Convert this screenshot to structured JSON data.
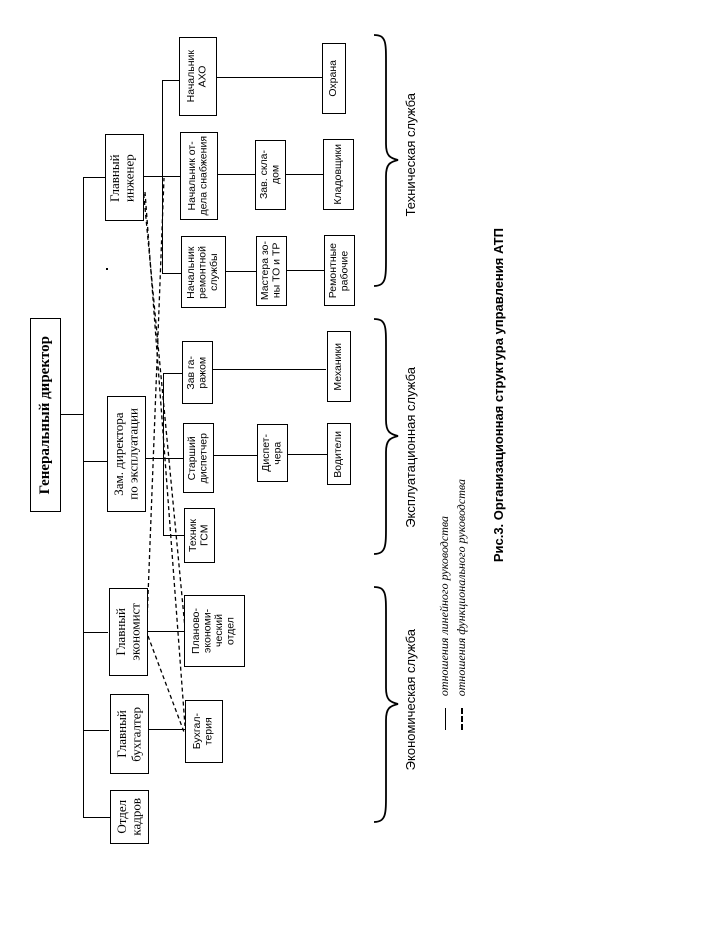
{
  "figure": {
    "caption": "Рис.3. Организационная структура управления АТП"
  },
  "chart_data": {
    "type": "diagram",
    "title": "Рис.3. Организационная структура управления АТП",
    "orientation": "rotated-90",
    "nodes": [
      {
        "id": "gd",
        "label": "Генеральный директор",
        "level": 1
      },
      {
        "id": "gi",
        "label": "Главный инженер",
        "level": 2
      },
      {
        "id": "zde",
        "label": "Зам. директора\nпо эксплуатации",
        "level": 2
      },
      {
        "id": "ge",
        "label": "Главный\nэкономист",
        "level": 2
      },
      {
        "id": "gb",
        "label": "Главный\nбухгалтер",
        "level": 2
      },
      {
        "id": "ok",
        "label": "Отдел\nкадров",
        "level": 2
      },
      {
        "id": "naho",
        "label": "Начальник\nАХО",
        "level": 3
      },
      {
        "id": "nos",
        "label": "Начальник от-\nдела снабжения",
        "level": 3
      },
      {
        "id": "nrs",
        "label": "Начальник\nремонтной\nслужбы",
        "level": 3
      },
      {
        "id": "zg",
        "label": "Зав га-\nражом",
        "level": 3
      },
      {
        "id": "sd",
        "label": "Старший\nдиспетчер",
        "level": 3
      },
      {
        "id": "tgsm",
        "label": "Техник\nГСМ",
        "level": 3
      },
      {
        "id": "peo",
        "label": "Планово-\nэкономи-\nческий\nотдел",
        "level": 3
      },
      {
        "id": "buh",
        "label": "Бухгал-\nтерия",
        "level": 3
      },
      {
        "id": "zs",
        "label": "Зав. скла-\nдом",
        "level": 4
      },
      {
        "id": "mz",
        "label": "Мастера зо-\nны ТО и ТР",
        "level": 4
      },
      {
        "id": "disp",
        "label": "Диспет-\nчера",
        "level": 4
      },
      {
        "id": "ohr",
        "label": "Охрана",
        "level": 5
      },
      {
        "id": "klad",
        "label": "Кладовщики",
        "level": 5
      },
      {
        "id": "rr",
        "label": "Ремонтные\nрабочие",
        "level": 5
      },
      {
        "id": "meh",
        "label": "Механики",
        "level": 5
      },
      {
        "id": "vod",
        "label": "Водители",
        "level": 5
      }
    ],
    "edges_linear": [
      [
        "gd",
        "gi"
      ],
      [
        "gd",
        "zde"
      ],
      [
        "gd",
        "ge"
      ],
      [
        "gd",
        "gb"
      ],
      [
        "gd",
        "ok"
      ],
      [
        "gi",
        "naho"
      ],
      [
        "gi",
        "nos"
      ],
      [
        "gi",
        "nrs"
      ],
      [
        "zde",
        "zg"
      ],
      [
        "zde",
        "sd"
      ],
      [
        "zde",
        "tgsm"
      ],
      [
        "ge",
        "peo"
      ],
      [
        "gb",
        "buh"
      ],
      [
        "nos",
        "zs"
      ],
      [
        "nrs",
        "mz"
      ],
      [
        "sd",
        "disp"
      ],
      [
        "naho",
        "ohr"
      ],
      [
        "zs",
        "klad"
      ],
      [
        "mz",
        "rr"
      ],
      [
        "zg",
        "meh"
      ],
      [
        "disp",
        "vod"
      ]
    ],
    "edges_functional": [
      [
        "gi",
        "peo"
      ],
      [
        "gi",
        "buh"
      ],
      [
        "ge",
        "tgsm"
      ],
      [
        "ge",
        "nos"
      ]
    ],
    "groups": [
      {
        "id": "teh",
        "label": "Техническая служба",
        "members": [
          "naho",
          "nos",
          "nrs",
          "zs",
          "mz",
          "ohr",
          "klad",
          "rr"
        ]
      },
      {
        "id": "eksp",
        "label": "Эксплуатационная служба",
        "members": [
          "zg",
          "sd",
          "tgsm",
          "disp",
          "meh",
          "vod"
        ]
      },
      {
        "id": "ekon",
        "label": "Экономическая служба",
        "members": [
          "peo",
          "buh"
        ]
      }
    ],
    "legend": {
      "position": "bottom-right",
      "items": [
        {
          "style": "solid",
          "label": "отношения линейного руководства"
        },
        {
          "style": "dashed",
          "label": "отношения функционального руководства"
        }
      ]
    },
    "colors": {
      "line": "#000000",
      "box_fill": "#ffffff",
      "text": "#000000"
    }
  },
  "labels": {
    "root": "Генеральный директор",
    "chief_engineer": "Главный инженер",
    "deputy_director_ops_l1": "Зам. директора",
    "deputy_director_ops_l2": "по эксплуатации",
    "chief_economist_l1": "Главный",
    "chief_economist_l2": "экономист",
    "chief_accountant_l1": "Главный",
    "chief_accountant_l2": "бухгалтер",
    "hr_dept_l1": "Отдел",
    "hr_dept_l2": "кадров",
    "head_aho_l1": "Начальник",
    "head_aho_l2": "АХО",
    "head_supply_l1": "Начальник от-",
    "head_supply_l2": "дела снабжения",
    "head_repair_l1": "Начальник",
    "head_repair_l2": "ремонтной",
    "head_repair_l3": "службы",
    "garage_l1": "Зав га-",
    "garage_l2": "ражом",
    "senior_disp_l1": "Старший",
    "senior_disp_l2": "диспетчер",
    "tech_gsm_l1": "Техник",
    "tech_gsm_l2": "ГСМ",
    "peo_l1": "Планово-",
    "peo_l2": "экономи-",
    "peo_l3": "ческий",
    "peo_l4": "отдел",
    "buh_l1": "Бухгал-",
    "buh_l2": "терия",
    "warehouse_l1": "Зав. скла-",
    "warehouse_l2": "дом",
    "masters_l1": "Мастера зо-",
    "masters_l2": "ны ТО и ТР",
    "dispatchers_l1": "Диспет-",
    "dispatchers_l2": "чера",
    "guard": "Охрана",
    "storekeepers": "Кладовщики",
    "repair_workers_l1": "Ремонтные",
    "repair_workers_l2": "рабочие",
    "mechanics": "Механики",
    "drivers": "Водители",
    "group_technical": "Техническая служба",
    "group_operational": "Эксплуатационная служба",
    "group_economic": "Экономическая служба",
    "legend_linear": "отношения линейного руководства",
    "legend_functional": "отношения функционального руководства"
  }
}
